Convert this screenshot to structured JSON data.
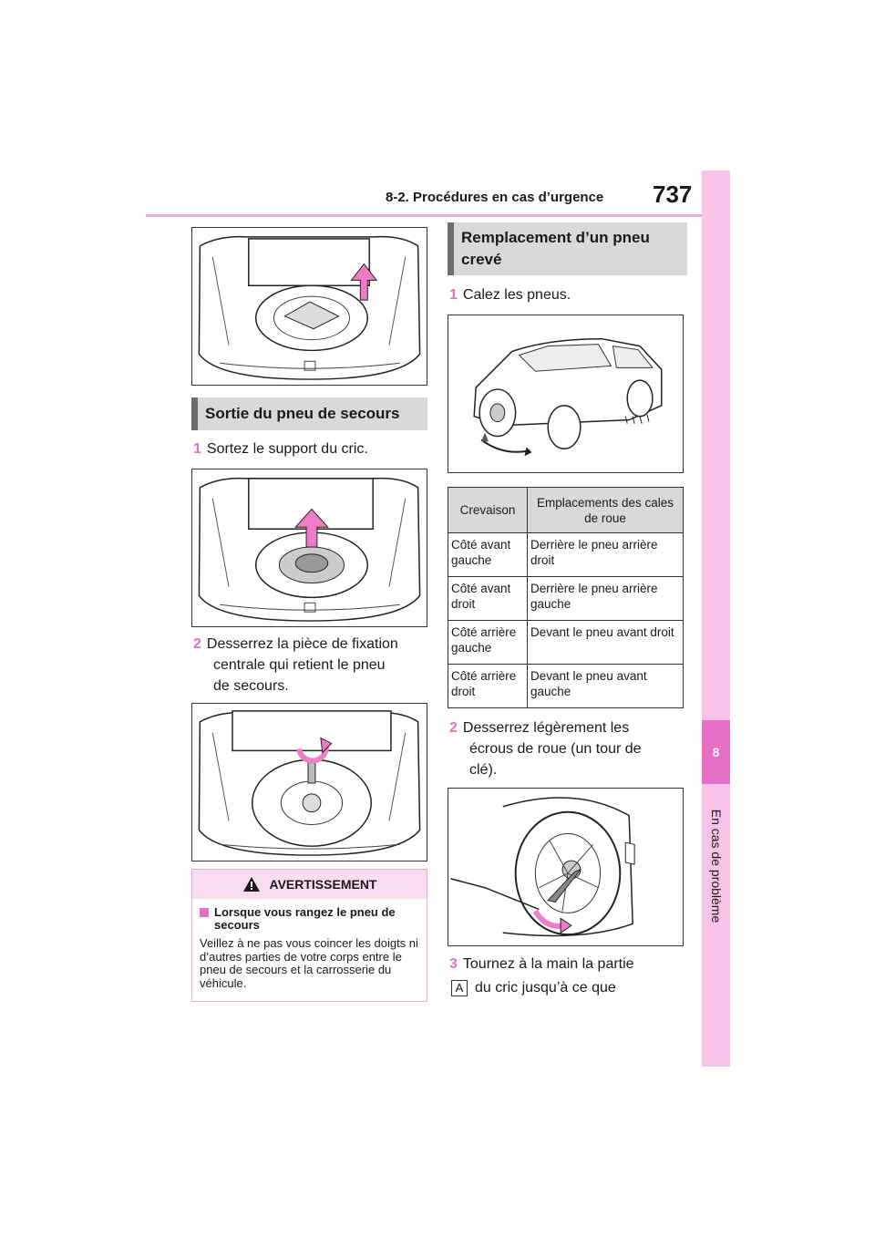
{
  "header": {
    "section_title": "8-2. Procédures en cas d’urgence",
    "page_number": "737"
  },
  "side_tab": {
    "chapter_number": "8",
    "chapter_label": "En cas de problème"
  },
  "left_column": {
    "section_title": "Sortie du pneu de secours",
    "steps": [
      {
        "num": "1",
        "text": "Sortez le support du cric."
      },
      {
        "num": "2",
        "lines": [
          "Desserrez la pièce de fixation",
          "centrale qui retient le pneu",
          "de secours."
        ]
      }
    ],
    "warning": {
      "title": "AVERTISSEMENT",
      "subtitle": "Lorsque vous rangez le pneu de secours",
      "body": "Veillez à ne pas vous coincer les doigts ni d’autres parties de votre corps entre le pneu de secours et la carrosserie du véhicule."
    }
  },
  "right_column": {
    "section_title": "Remplacement d’un pneu crevé",
    "steps": [
      {
        "num": "1",
        "text": "Calez les pneus."
      },
      {
        "num": "2",
        "lines": [
          "Desserrez légèrement les",
          "écrous de roue (un tour de",
          "clé)."
        ]
      },
      {
        "num": "3",
        "lines": [
          "Tournez à la main la partie",
          "du cric jusqu’à ce que"
        ],
        "badge": "A"
      }
    ],
    "table": {
      "headers": [
        "Crevaison",
        "Emplacements des cales de roue"
      ],
      "rows": [
        [
          "Côté avant gauche",
          "Derrière le pneu arrière droit"
        ],
        [
          "Côté avant droit",
          "Derrière le pneu arrière gauche"
        ],
        [
          "Côté arrière gauche",
          "Devant le pneu avant droit"
        ],
        [
          "Côté arrière droit",
          "Devant le pneu avant gauche"
        ]
      ]
    }
  },
  "colors": {
    "accent_pink": "#e86fc6",
    "light_pink": "#f9c3e9",
    "header_grey": "#d9d9d9",
    "arrow_pink": "#f07cc9"
  }
}
